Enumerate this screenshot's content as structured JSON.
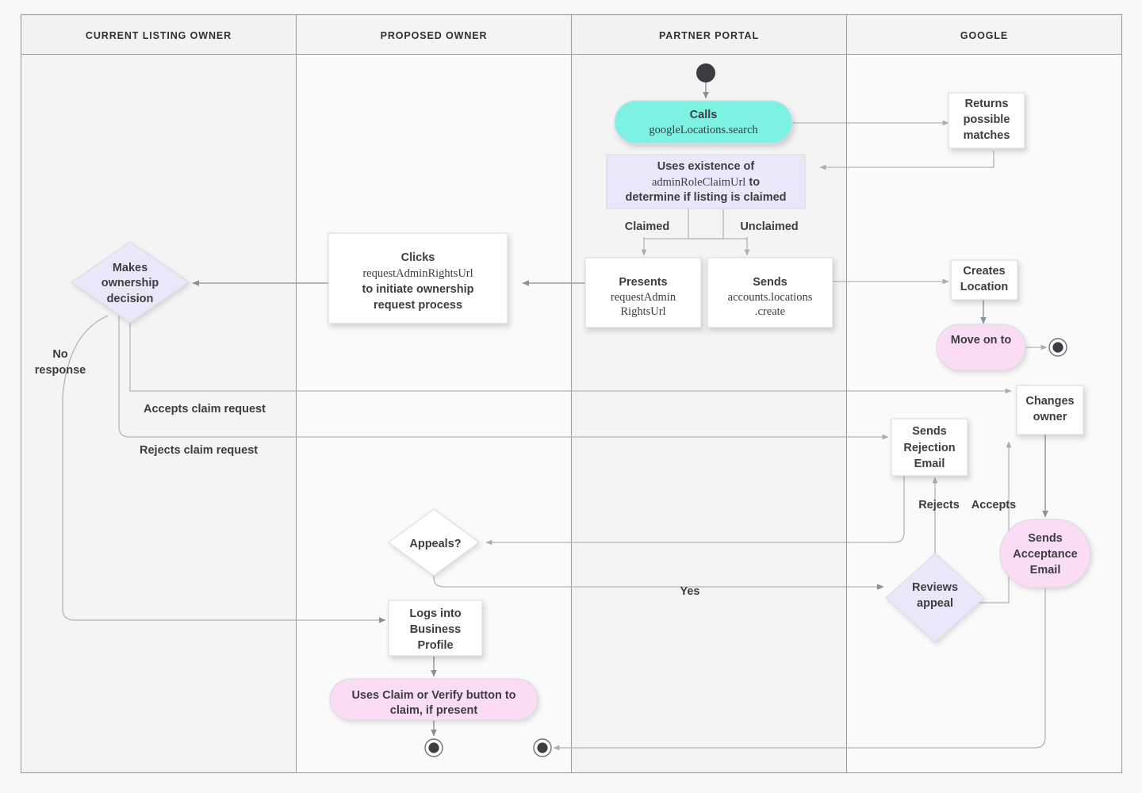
{
  "diagram": {
    "title": "Business listing ownership transfer flow",
    "type": "swimlane-flowchart",
    "background": "#f7f7f7",
    "colors": {
      "cyan": "#7ef2e2",
      "lavender": "#ebe7fa",
      "pink": "#fbdcf5",
      "white": "#ffffff",
      "stroke": "#9aa0a6",
      "text": "#3c3d40",
      "lane_border": "#9e9ea4"
    }
  },
  "lanes": [
    {
      "id": "current-listing-owner",
      "label": "CURRENT LISTING OWNER"
    },
    {
      "id": "proposed-owner",
      "label": "PROPOSED OWNER"
    },
    {
      "id": "partner-portal",
      "label": "PARTNER PORTAL"
    },
    {
      "id": "google",
      "label": "GOOGLE"
    }
  ],
  "nodes": {
    "start_partner": {
      "kind": "start-terminator",
      "lane": "partner-portal"
    },
    "calls_search": {
      "kind": "rounded-pill",
      "lane": "partner-portal",
      "fill": "cyan",
      "line1": "Calls",
      "line2": "googleLocations.search"
    },
    "returns_matches": {
      "kind": "box",
      "lane": "google",
      "fill": "white",
      "line1": "Returns",
      "line2": "possible",
      "line3": "matches"
    },
    "uses_existence": {
      "kind": "box",
      "lane": "partner-portal",
      "fill": "lavender",
      "line1": "Uses existence of",
      "line2": "adminRoleClaimUrl",
      "line2b": " to",
      "line3": "determine if listing is claimed"
    },
    "presents_url": {
      "kind": "box",
      "lane": "partner-portal",
      "fill": "white",
      "line1": "Presents",
      "line2": "requestAdmin",
      "line3": "RightsUrl"
    },
    "sends_create": {
      "kind": "box",
      "lane": "partner-portal",
      "fill": "white",
      "line1": "Sends",
      "line2": "accounts.locations",
      "line3": ".create"
    },
    "creates_location": {
      "kind": "box",
      "lane": "google",
      "fill": "white",
      "line1": "Creates",
      "line2": "Location"
    },
    "move_on_to": {
      "kind": "rounded-pill",
      "lane": "google",
      "fill": "pink",
      "line1": "Move on to"
    },
    "end_google": {
      "kind": "end-terminator",
      "lane": "google"
    },
    "clicks_request": {
      "kind": "box",
      "lane": "proposed-owner",
      "fill": "white",
      "line1": "Clicks",
      "line2": "requestAdminRightsUrl",
      "line3": "to initiate ownership",
      "line4": "request process"
    },
    "makes_decision": {
      "kind": "diamond",
      "lane": "current-listing-owner",
      "fill": "lavender",
      "line1": "Makes",
      "line2": "ownership",
      "line3": "decision"
    },
    "changes_owner": {
      "kind": "box",
      "lane": "google",
      "fill": "white",
      "line1": "Changes",
      "line2": "owner"
    },
    "sends_rejection": {
      "kind": "box",
      "lane": "google",
      "fill": "white",
      "line1": "Sends",
      "line2": "Rejection",
      "line3": "Email"
    },
    "sends_acceptance": {
      "kind": "rounded-pill",
      "lane": "google",
      "fill": "pink",
      "line1": "Sends",
      "line2": "Acceptance",
      "line3": "Email"
    },
    "appeals": {
      "kind": "diamond",
      "lane": "proposed-owner",
      "fill": "white",
      "line1": "Appeals?"
    },
    "reviews_appeal": {
      "kind": "diamond",
      "lane": "google",
      "fill": "lavender",
      "line1": "Reviews",
      "line2": "appeal"
    },
    "logs_into": {
      "kind": "box",
      "lane": "proposed-owner",
      "fill": "white",
      "line1": "Logs into",
      "line2": "Business",
      "line3": "Profile"
    },
    "uses_claim_verify": {
      "kind": "rounded-pill",
      "lane": "proposed-owner",
      "fill": "pink",
      "line1": "Uses Claim or Verify button to",
      "line2": "claim, if present"
    },
    "end_proposed": {
      "kind": "end-terminator",
      "lane": "proposed-owner"
    },
    "end_partner": {
      "kind": "end-terminator",
      "lane": "partner-portal"
    }
  },
  "edge_labels": [
    {
      "id": "claimed",
      "text": "Claimed"
    },
    {
      "id": "unclaimed",
      "text": "Unclaimed"
    },
    {
      "id": "no-response",
      "text_line1": "No",
      "text_line2": "response"
    },
    {
      "id": "accepts-claim-request",
      "text": "Accepts claim request"
    },
    {
      "id": "rejects-claim-request",
      "text": "Rejects claim request"
    },
    {
      "id": "rejects",
      "text": "Rejects"
    },
    {
      "id": "accepts",
      "text": "Accepts"
    },
    {
      "id": "yes",
      "text": "Yes"
    }
  ]
}
